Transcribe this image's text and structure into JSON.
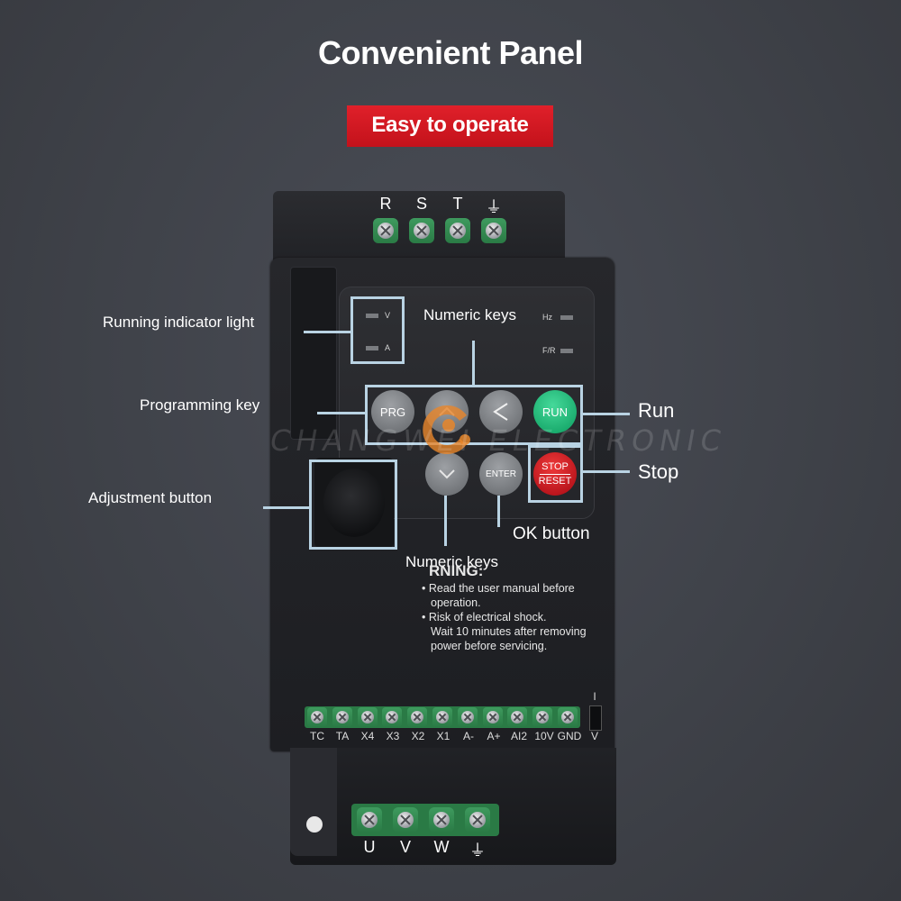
{
  "header": {
    "title": "Convenient Panel",
    "badge": "Easy to operate"
  },
  "colors": {
    "background": "#3f4249",
    "badge": "#d0171f",
    "terminal_green": "#2e8a50",
    "run_key": "#1fbf7a",
    "stop_key": "#d0171f",
    "outline": "#b9d3e3"
  },
  "top_terminals": [
    "R",
    "S",
    "T",
    "⏚"
  ],
  "indicators": {
    "left": [
      "V",
      "A"
    ],
    "right": [
      "Hz",
      "F/R"
    ]
  },
  "keys": {
    "prg": "PRG",
    "run": "RUN",
    "enter": "ENTER",
    "stop": "STOP",
    "reset": "RESET",
    "up_icon": "chevron-up-icon",
    "left_icon": "chevron-left-icon",
    "down_icon": "chevron-down-icon"
  },
  "callouts": {
    "running_indicator": "Running indicator light",
    "programming_key": "Programming key",
    "adjustment_button": "Adjustment button",
    "numeric_keys_top": "Numeric keys",
    "numeric_keys_bottom": "Numeric keys",
    "run": "Run",
    "stop": "Stop",
    "ok_button": "OK button"
  },
  "warning": {
    "title": "RNING:",
    "lines": [
      "• Read the user manual before",
      "operation.",
      "• Risk of electrical shock.",
      "Wait 10 minutes after removing",
      "power before servicing."
    ]
  },
  "signal_terminals": [
    "TC",
    "TA",
    "X4",
    "X3",
    "X2",
    "X1",
    "A-",
    "A+",
    "AI2",
    "10V",
    "GND"
  ],
  "switch_labels": [
    "I",
    "V"
  ],
  "bottom_terminals": [
    "U",
    "V",
    "W",
    "⏚"
  ],
  "watermark": "CHANGWEI ELECTRONIC"
}
